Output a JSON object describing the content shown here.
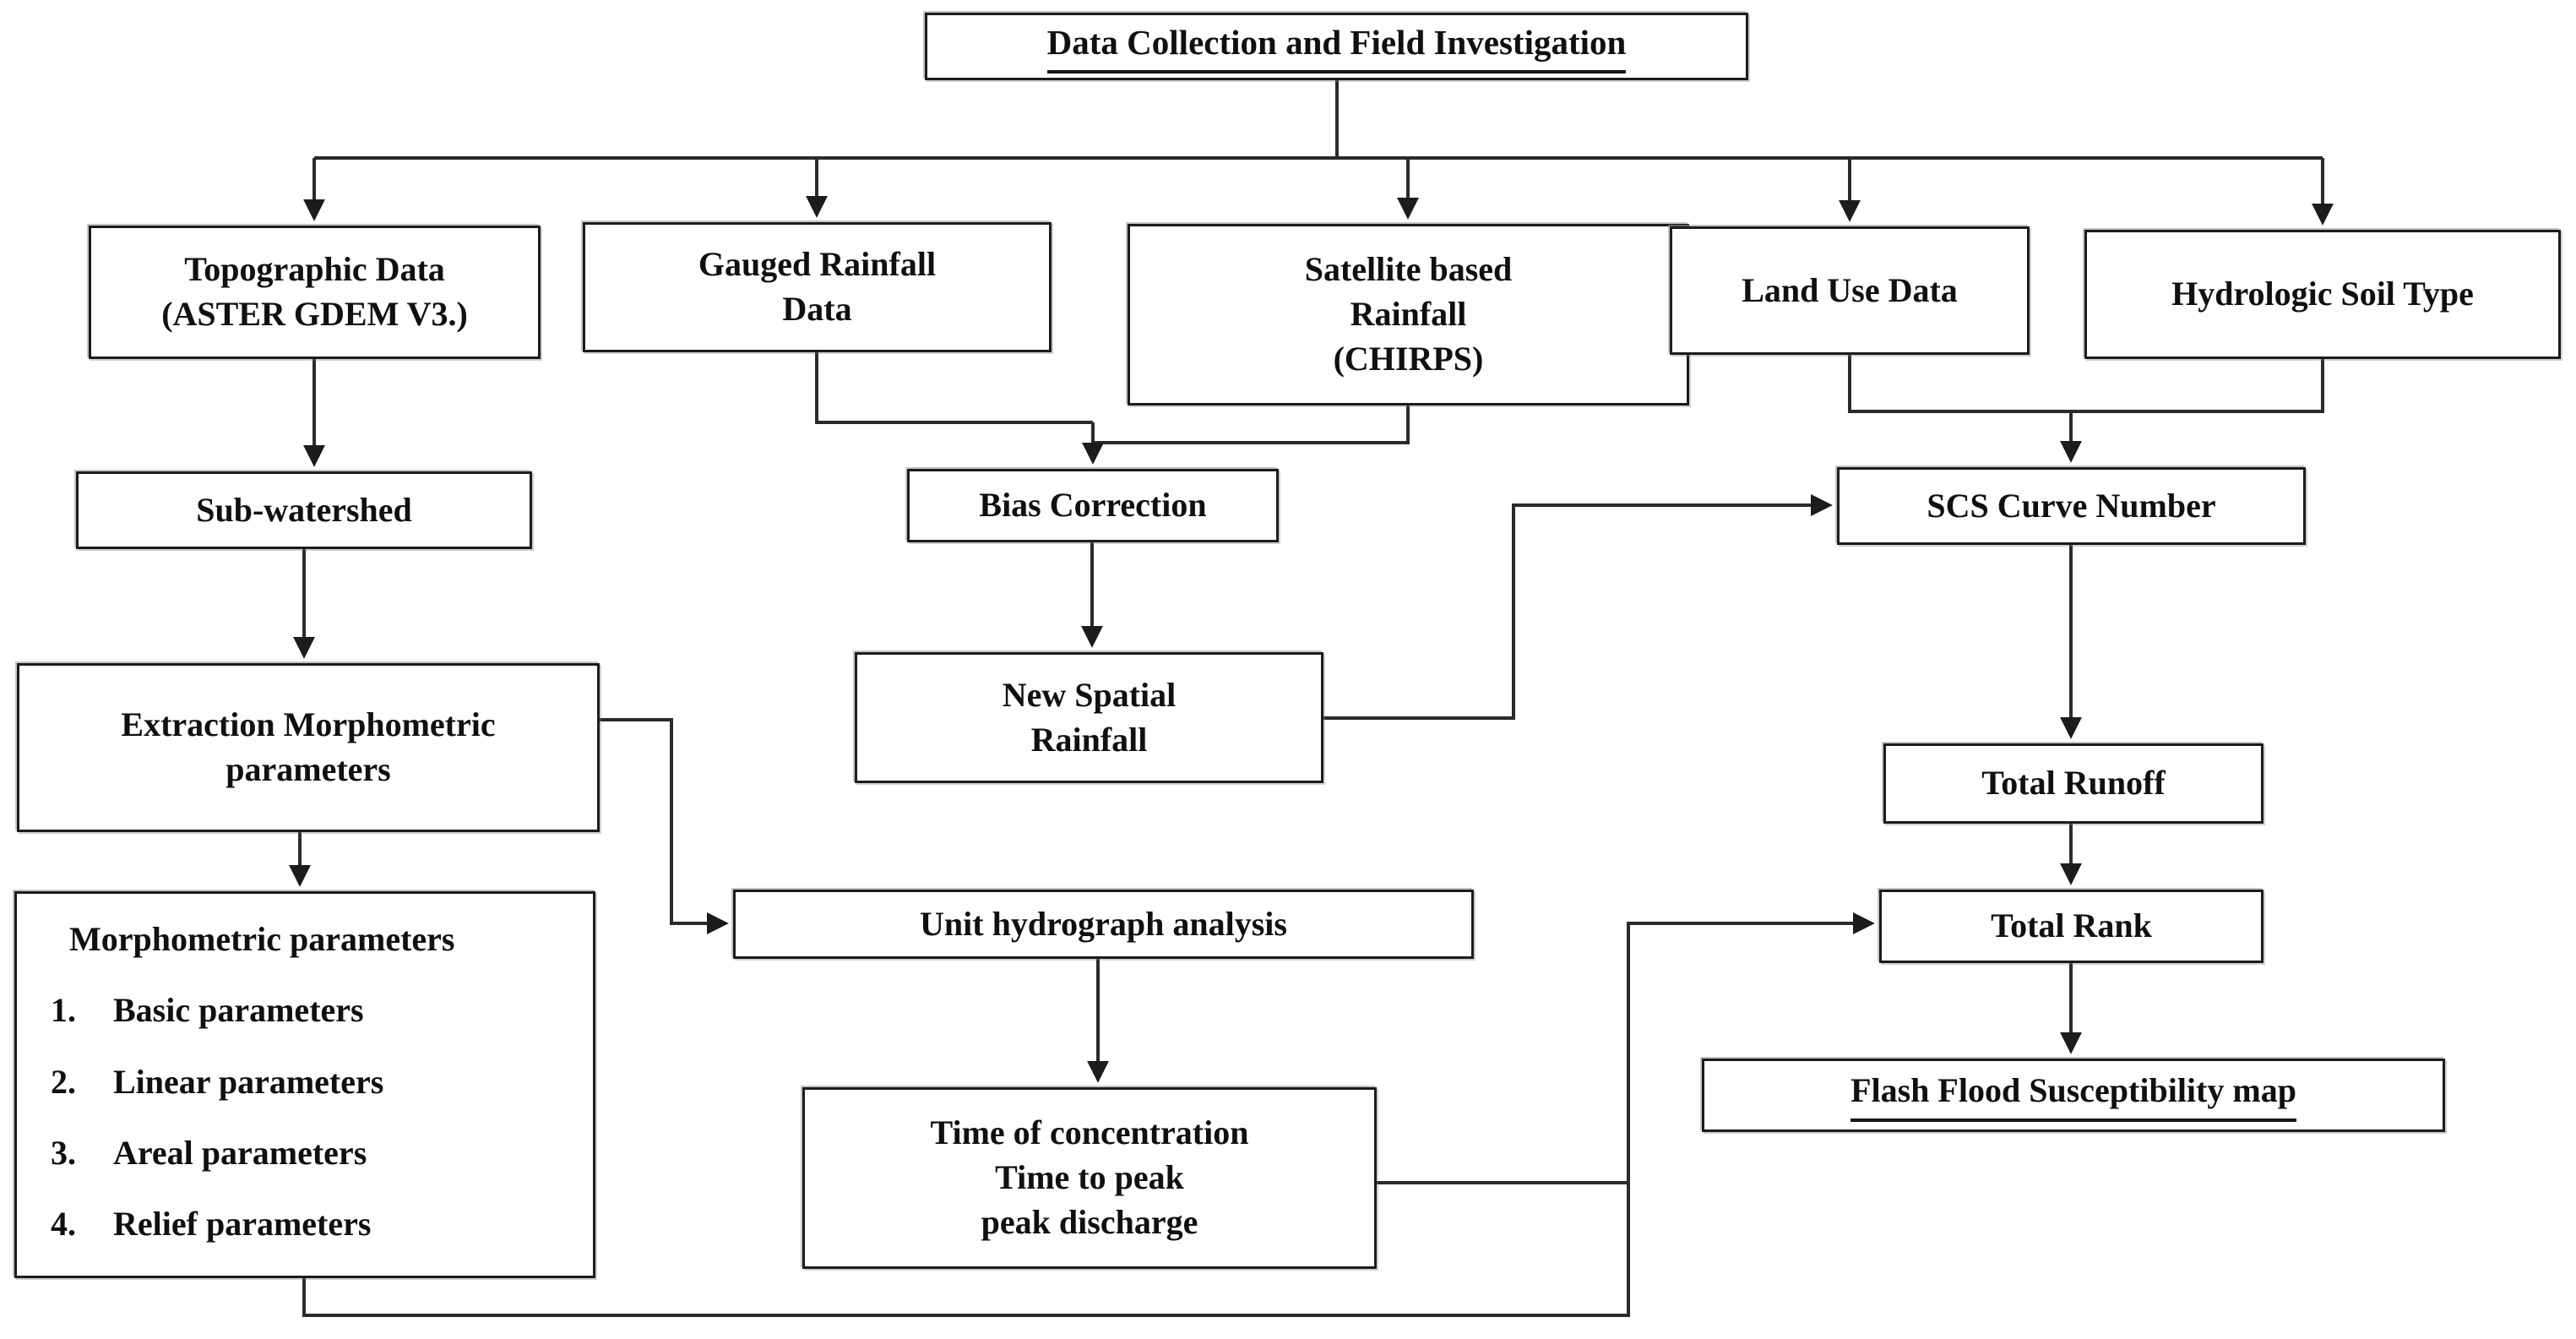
{
  "diagram": {
    "title": "Data Collection and Field Investigation",
    "nodes": {
      "topographic": {
        "label": "Topographic Data\n(ASTER GDEM V3.)"
      },
      "gauged": {
        "label": "Gauged Rainfall\nData"
      },
      "satellite": {
        "label": "Satellite based\nRainfall\n(CHIRPS)"
      },
      "landuse": {
        "label": "Land Use Data"
      },
      "soiltype": {
        "label": "Hydrologic Soil Type"
      },
      "subwatershed": {
        "label": "Sub-watershed"
      },
      "bias": {
        "label": "Bias Correction"
      },
      "scs": {
        "label": "SCS Curve Number"
      },
      "extraction": {
        "label": "Extraction Morphometric\nparameters"
      },
      "newspatial": {
        "label": "New Spatial\nRainfall"
      },
      "runoff": {
        "label": "Total Runoff"
      },
      "morphometric": {
        "title": "Morphometric parameters",
        "items": [
          {
            "num": "1.",
            "label": "Basic parameters"
          },
          {
            "num": "2.",
            "label": "Linear parameters"
          },
          {
            "num": "3.",
            "label": "Areal parameters"
          },
          {
            "num": "4.",
            "label": "Relief parameters"
          }
        ]
      },
      "unit": {
        "label": "Unit hydrograph analysis"
      },
      "timebox": {
        "label": "Time of concentration\nTime to peak\npeak discharge"
      },
      "totalrank": {
        "label": "Total Rank"
      },
      "flashflood": {
        "label": "Flash Flood Susceptibility map"
      }
    },
    "edges": [
      {
        "from": "data-collection",
        "to": "topographic"
      },
      {
        "from": "data-collection",
        "to": "gauged"
      },
      {
        "from": "data-collection",
        "to": "satellite"
      },
      {
        "from": "data-collection",
        "to": "landuse"
      },
      {
        "from": "data-collection",
        "to": "soiltype"
      },
      {
        "from": "topographic",
        "to": "subwatershed"
      },
      {
        "from": "gauged",
        "to": "bias"
      },
      {
        "from": "satellite",
        "to": "bias"
      },
      {
        "from": "landuse",
        "to": "scs"
      },
      {
        "from": "soiltype",
        "to": "scs"
      },
      {
        "from": "subwatershed",
        "to": "extraction"
      },
      {
        "from": "bias",
        "to": "newspatial"
      },
      {
        "from": "newspatial",
        "to": "scs"
      },
      {
        "from": "extraction",
        "to": "morphometric"
      },
      {
        "from": "extraction",
        "to": "unit"
      },
      {
        "from": "scs",
        "to": "runoff"
      },
      {
        "from": "runoff",
        "to": "totalrank"
      },
      {
        "from": "unit",
        "to": "timebox"
      },
      {
        "from": "timebox",
        "to": "totalrank"
      },
      {
        "from": "morphometric",
        "to": "totalrank"
      },
      {
        "from": "totalrank",
        "to": "flashflood"
      }
    ],
    "colors": {
      "line": "#2b2b2b",
      "border": "#1c1c1c",
      "text": "#101010",
      "background": "#ffffff"
    }
  }
}
